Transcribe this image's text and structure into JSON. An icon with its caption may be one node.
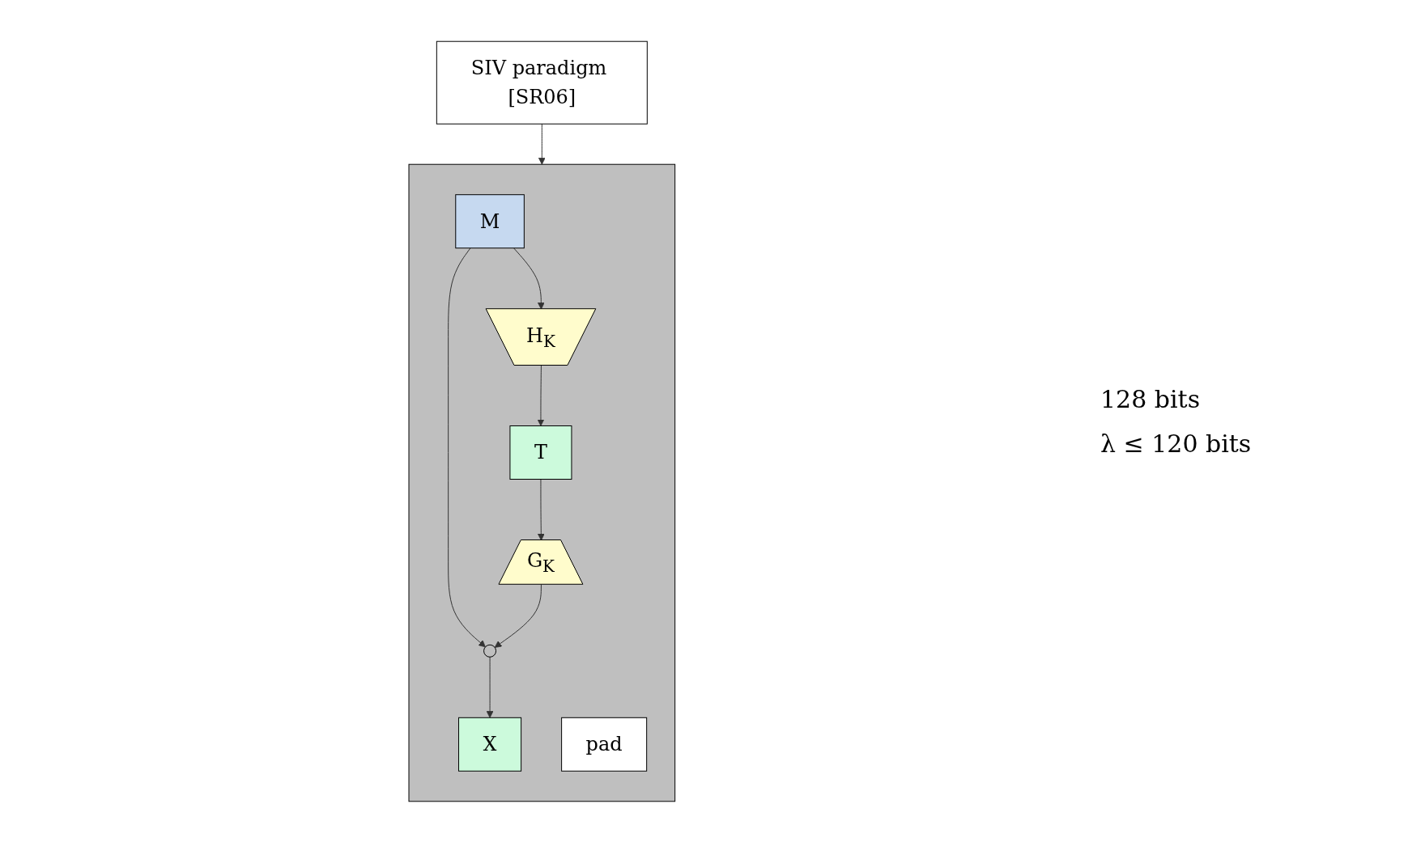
{
  "diagram": {
    "nodes": [
      {
        "text": [],
        "shape": "box"
      },
      {
        "text": [
          "M"
        ],
        "in": 0
      },
      {
        "text": [
          "pad"
        ],
        "in": 0
      },
      {
        "text": [
          "H$_{K}$"
        ],
        "in": 0
      },
      {
        "text": [
          "T"
        ],
        "in": 0
      },
      {
        "text": [
          "G$_{K}$"
        ],
        "in": 0
      },
      {
        "text": [],
        "shape": "circle",
        "in": 0
      },
      {
        "text": [
          "X"
        ],
        "in": 0
      },
      {
        "text": [
          "SIV paradigm [SR06]"
        ]
      }
    ],
    "edges": [
      {
        "from": 1,
        "to": 3,
        "arrow": "to"
      },
      {
        "from": 1,
        "to": 6,
        "arrow": "to"
      },
      {
        "from": 3,
        "to": 4,
        "arrow": "to"
      },
      {
        "from": 4,
        "to": 5,
        "arrow": "to"
      },
      {
        "from": 5,
        "to": 6,
        "arrow": "to"
      },
      {
        "from": 6,
        "to": 7,
        "arrow": "to"
      },
      {
        "from": 8,
        "to": 0,
        "arrow": "to"
      }
    ],
    "labels": [
      "128 bits",
      "λ ≤ 120 bits"
    ]
  }
}
